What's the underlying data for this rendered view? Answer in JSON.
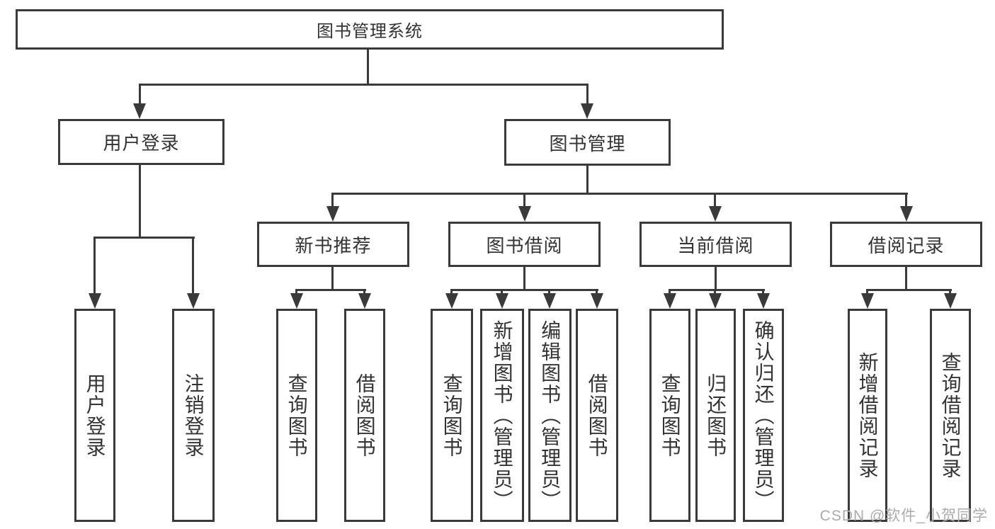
{
  "diagram": {
    "root": {
      "label": "图书管理系统"
    },
    "branches": [
      {
        "label": "用户登录",
        "children": [
          {
            "label": "用户登录"
          },
          {
            "label": "注销登录"
          }
        ]
      },
      {
        "label": "图书管理",
        "children": [
          {
            "label": "新书推荐",
            "children": [
              {
                "label": "查询图书"
              },
              {
                "label": "借阅图书"
              }
            ]
          },
          {
            "label": "图书借阅",
            "children": [
              {
                "label": "查询图书"
              },
              {
                "label": "新增图书（管理员）"
              },
              {
                "label": "编辑图书（管理员）"
              },
              {
                "label": "借阅图书"
              }
            ]
          },
          {
            "label": "当前借阅",
            "children": [
              {
                "label": "查询图书"
              },
              {
                "label": "归还图书"
              },
              {
                "label": "确认归还（管理员）"
              }
            ]
          },
          {
            "label": "借阅记录",
            "children": [
              {
                "label": "新增借阅记录"
              },
              {
                "label": "查询借阅记录"
              }
            ]
          }
        ]
      }
    ]
  },
  "watermark": {
    "text": "CSDN @软件_小贺同学"
  },
  "colors": {
    "line": "#3a3a3a",
    "text": "#333333",
    "watermark": "#ababab",
    "background": "#ffffff"
  }
}
